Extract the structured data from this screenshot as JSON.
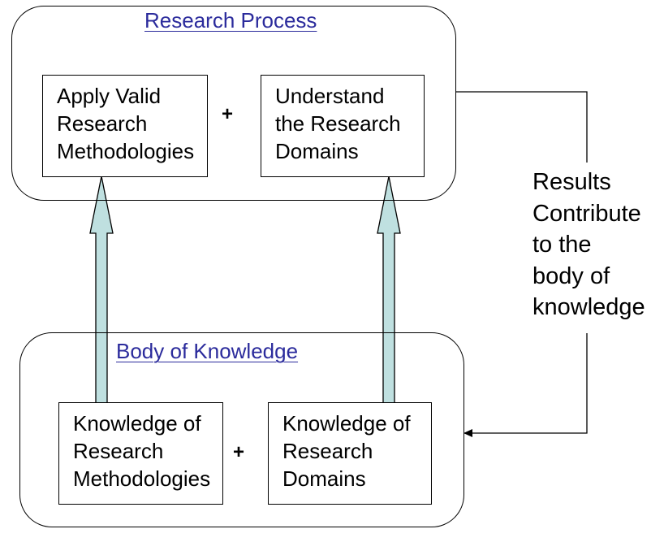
{
  "research_process": {
    "title": "Research Process",
    "box_left": [
      "Apply Valid",
      "Research",
      "Methodologies"
    ],
    "box_right": [
      "Understand",
      "the Research",
      "Domains"
    ],
    "operator": "+"
  },
  "body_of_knowledge": {
    "title": "Body of Knowledge",
    "box_left": [
      "Knowledge of",
      "Research",
      "Methodologies"
    ],
    "box_right": [
      "Knowledge of",
      "Research",
      "Domains"
    ],
    "operator": "+"
  },
  "feedback_note": [
    "Results",
    "Contribute",
    "to the",
    "body of",
    "knowledge"
  ],
  "colors": {
    "title": "#2b2b9c",
    "arrow_fill": "#bfe0e0",
    "stroke": "#000000"
  }
}
